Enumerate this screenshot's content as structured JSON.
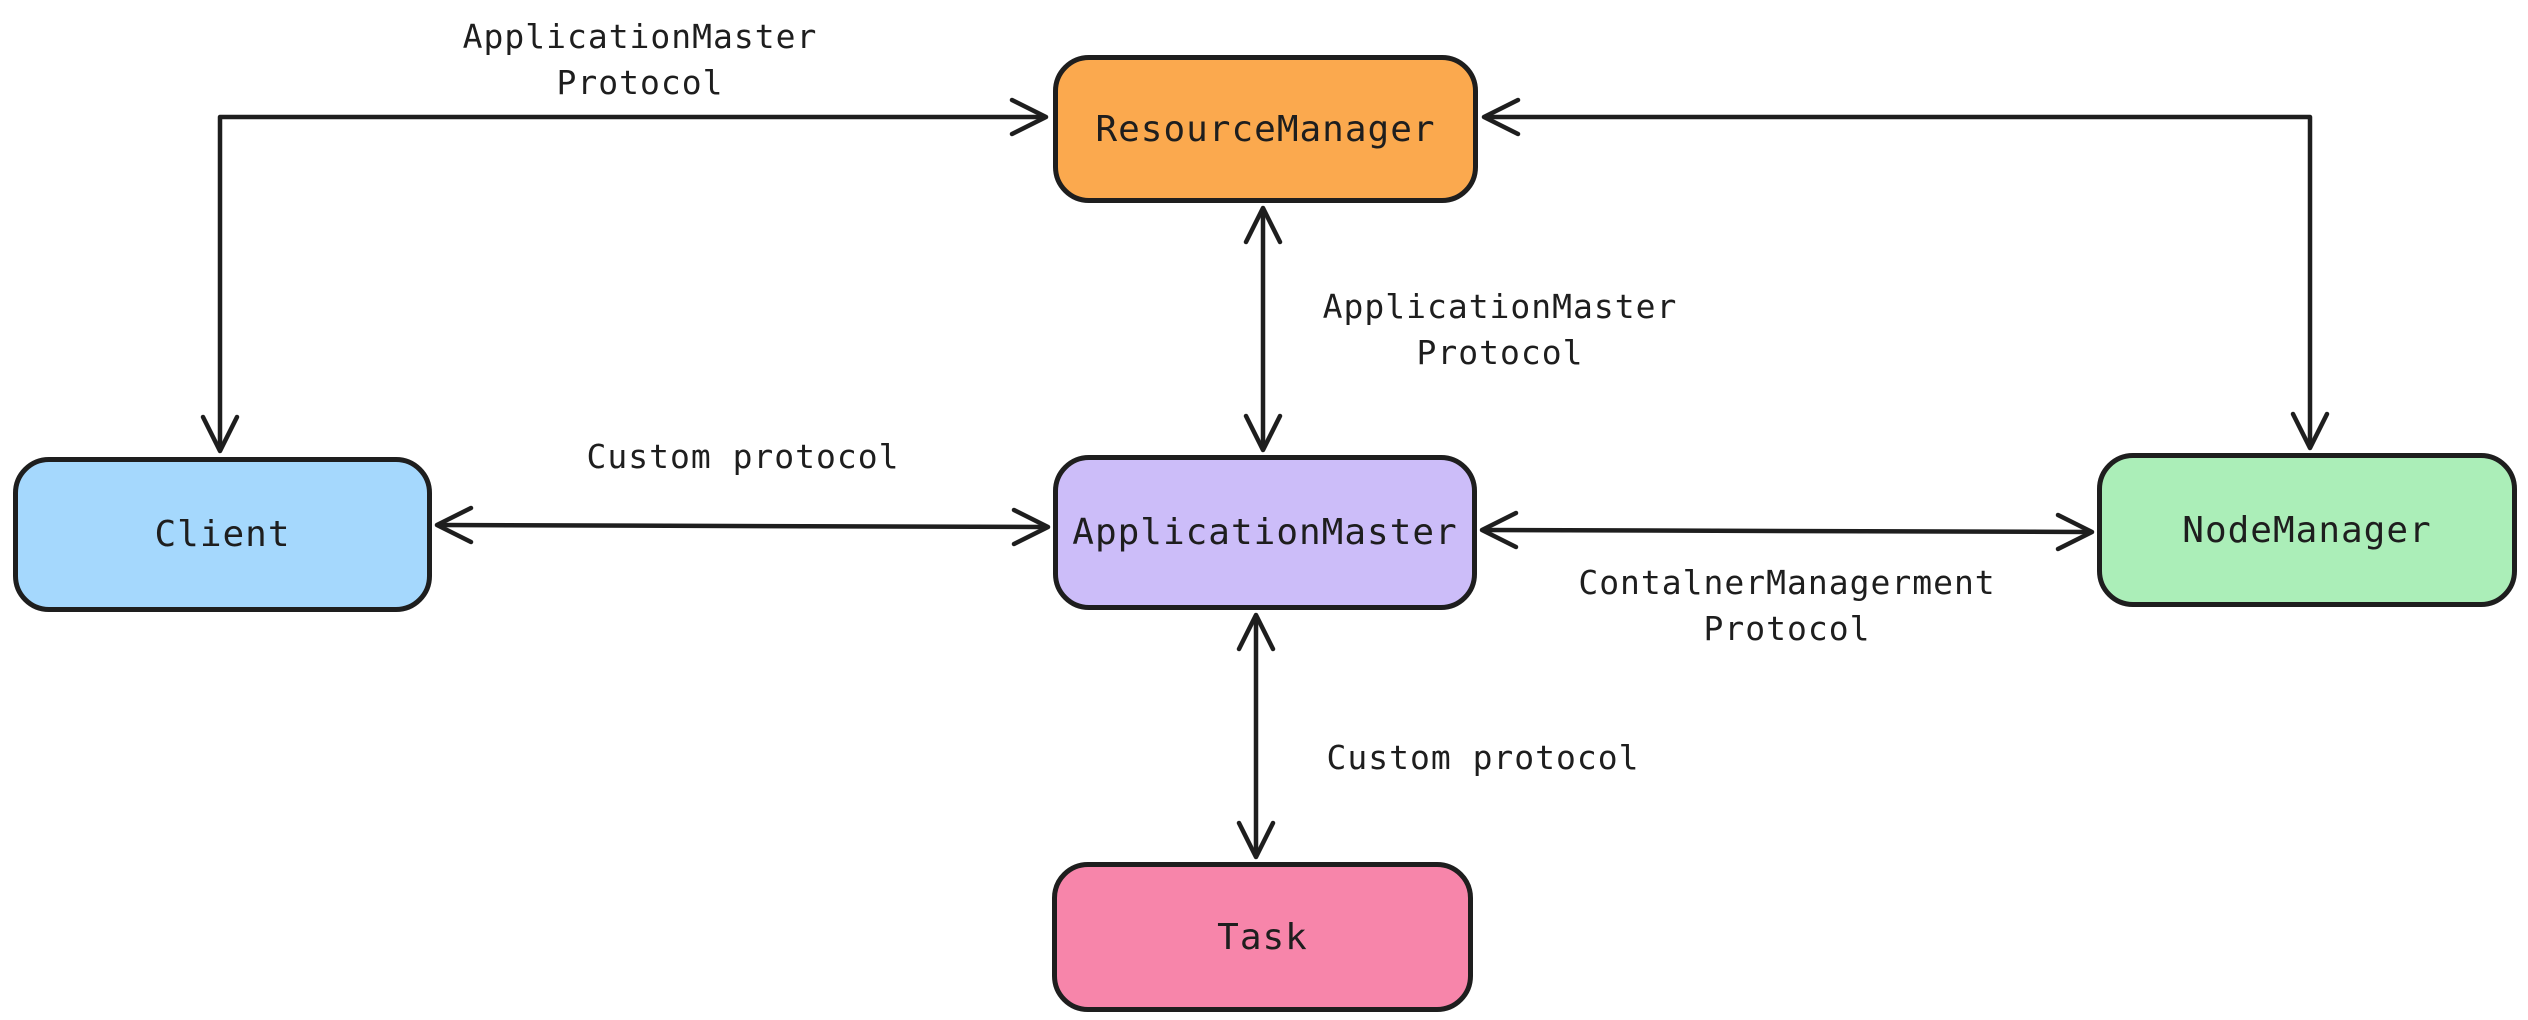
{
  "diagram": {
    "background": "#ffffff",
    "stroke": "#1e1e1e",
    "nodes": [
      {
        "id": "resource-manager",
        "label": "ResourceManager",
        "fill": "#fba94e"
      },
      {
        "id": "client",
        "label": "Client",
        "fill": "#a5d8fd"
      },
      {
        "id": "application-master",
        "label": "ApplicationMaster",
        "fill": "#ccbdf9"
      },
      {
        "id": "node-manager",
        "label": "NodeManager",
        "fill": "#abeeb8"
      },
      {
        "id": "task",
        "label": "Task",
        "fill": "#f785aa"
      }
    ],
    "edges": [
      {
        "from": "client",
        "to": "resource-manager",
        "shape": "elbow",
        "arrowheads": "both",
        "label": "ApplicationMaster\nProtocol"
      },
      {
        "from": "resource-manager",
        "to": "application-master",
        "shape": "straight",
        "arrowheads": "both",
        "label": "ApplicationMaster\nProtocol"
      },
      {
        "from": "client",
        "to": "application-master",
        "shape": "straight",
        "arrowheads": "both",
        "label": "Custom protocol"
      },
      {
        "from": "application-master",
        "to": "node-manager",
        "shape": "straight",
        "arrowheads": "both",
        "label": "ContalnerManagerment\nProtocol"
      },
      {
        "from": "resource-manager",
        "to": "node-manager",
        "shape": "elbow",
        "arrowheads": "both",
        "label": ""
      },
      {
        "from": "application-master",
        "to": "task",
        "shape": "straight",
        "arrowheads": "both",
        "label": "Custom protocol"
      }
    ]
  }
}
